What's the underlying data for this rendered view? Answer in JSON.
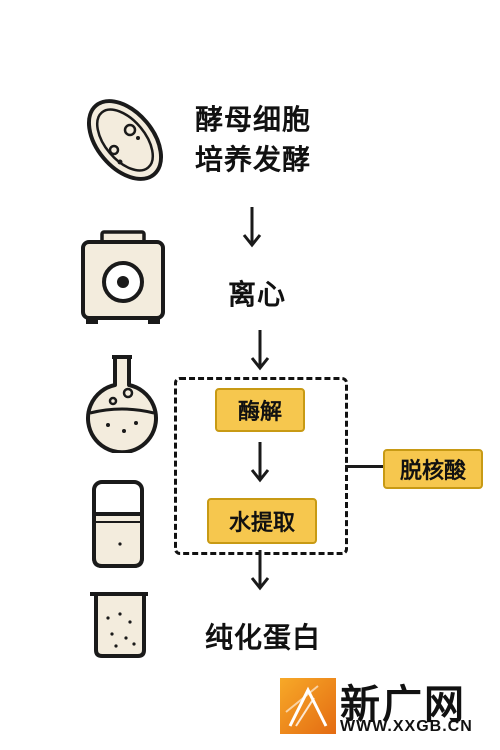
{
  "steps": {
    "yeast_culture": [
      "酵母细胞",
      "培养发酵"
    ],
    "centrifuge": "离心",
    "enzymolysis": "酶解",
    "water_extraction": "水提取",
    "pure_protein": "纯化蛋白"
  },
  "side_label": "脱核酸",
  "watermark": {
    "brand": "新广网",
    "url": "WWW.XXGB.CN"
  },
  "colors": {
    "tag_fill": "#f6c74e",
    "icon_fill": "#f3ecdd",
    "stroke": "#1a1a1a",
    "watermark_orange": "#f08a1c"
  }
}
